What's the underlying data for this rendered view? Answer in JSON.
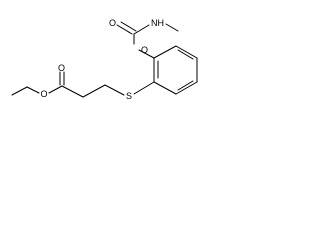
{
  "molecule": {
    "atoms": [
      {
        "symbol": "O",
        "label": "O"
      },
      {
        "symbol": "O",
        "label": "O"
      },
      {
        "symbol": "S",
        "label": "S"
      },
      {
        "symbol": "O",
        "label": "O"
      },
      {
        "symbol": "O",
        "label": "O"
      },
      {
        "symbol": "N",
        "label": "NH"
      }
    ],
    "bond_color": "#000000",
    "label_color": "#000000"
  }
}
